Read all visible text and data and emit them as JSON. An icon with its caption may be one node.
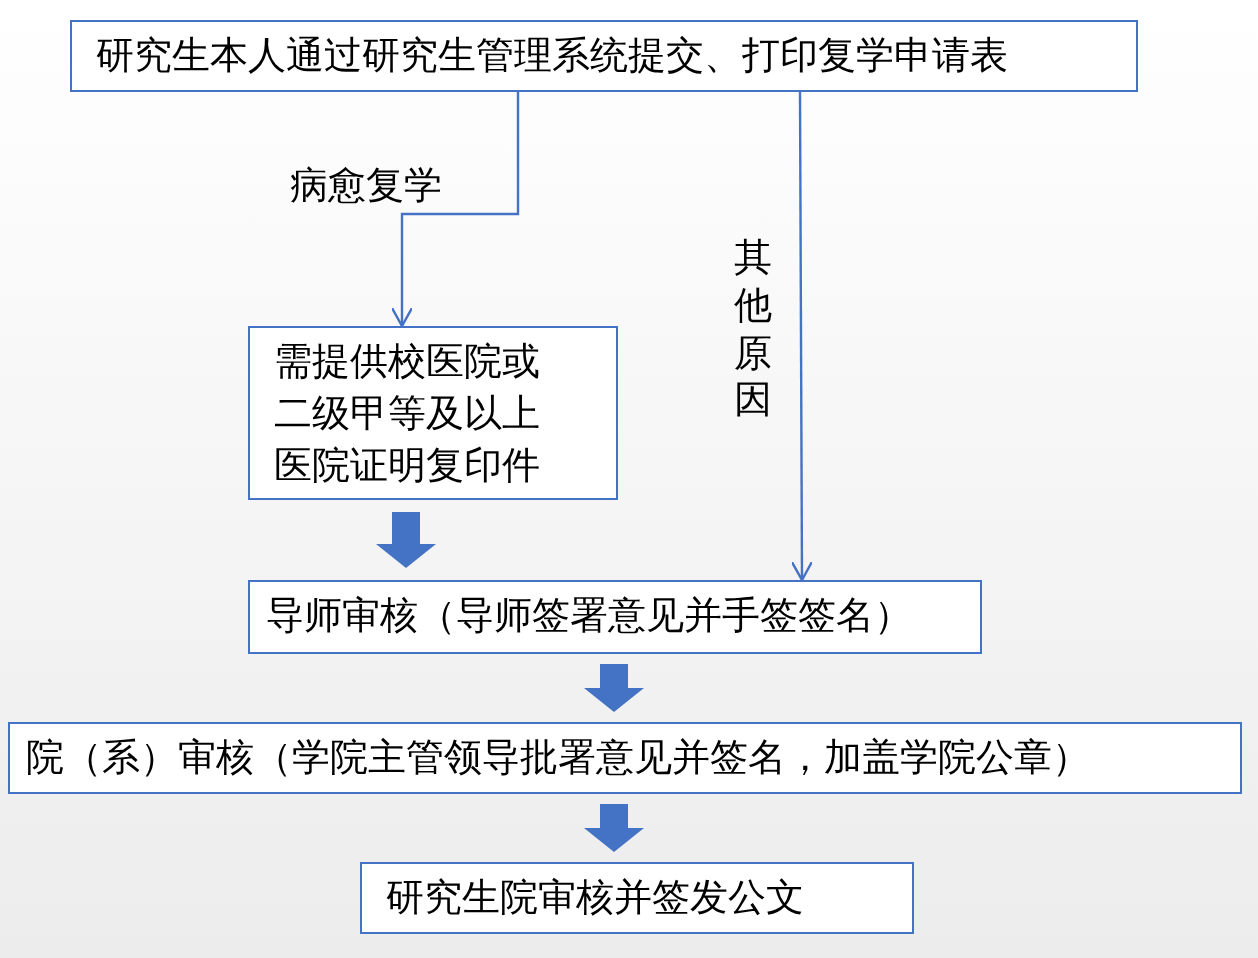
{
  "diagram": {
    "nodes": [
      {
        "text": [
          "研究生本人通过研究生管理系统提交、打印复学申请表"
        ]
      },
      {
        "text": [
          "需提供校医院或二级甲等及以上医院证明复印件"
        ]
      },
      {
        "text": [
          "导师审核（导师签署意见并手签签名）"
        ]
      },
      {
        "text": [
          "院（系）审核（学院主管领导批署意见并签名，加盖学院公章）"
        ]
      },
      {
        "text": [
          "研究生院审核并签发公文"
        ]
      }
    ],
    "edges": [
      {
        "from": 0,
        "to": 1,
        "arrow": "to",
        "label": "病愈复学"
      },
      {
        "from": 0,
        "to": 2,
        "arrow": "to",
        "label": "其他原因"
      },
      {
        "from": 1,
        "to": 2,
        "arrow": "to",
        "style": "thick"
      },
      {
        "from": 2,
        "to": 3,
        "arrow": "to",
        "style": "thick"
      },
      {
        "from": 3,
        "to": 4,
        "arrow": "to",
        "style": "thick"
      }
    ]
  }
}
